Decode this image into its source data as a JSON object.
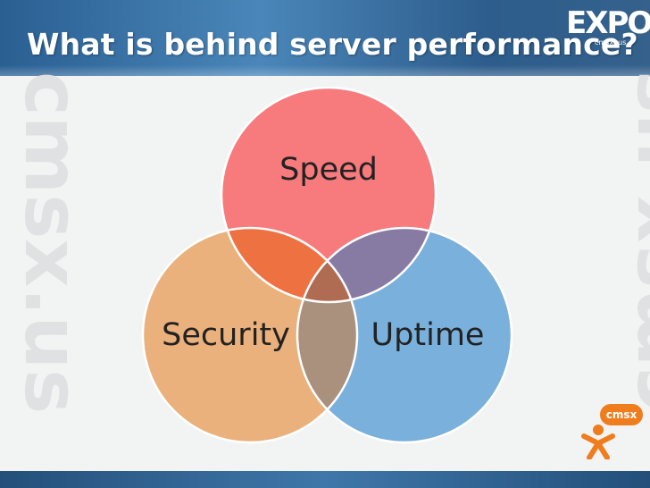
{
  "slide": {
    "title": "What is behind server performance?"
  },
  "logos": {
    "expo_mark": "EXPO",
    "expo_small": "cmsx  .us",
    "cmsx_badge": "cmsx",
    "watermark_text": "cmsx.us"
  },
  "venn": {
    "sets": [
      {
        "label": "Speed",
        "color": "#f77a7c"
      },
      {
        "label": "Security",
        "color": "#ebb17c"
      },
      {
        "label": "Uptime",
        "color": "#79b0dc"
      }
    ],
    "overlap_colors": {
      "speed_security": "#ee7142",
      "speed_uptime": "#877aa3",
      "security_uptime": "#a9917d",
      "all_three": "#b06b53"
    },
    "stroke_color": "#ffffff"
  },
  "colors": {
    "header": "#3a72a6",
    "background": "#f2f3f3",
    "accent_orange": "#f07d1d"
  }
}
